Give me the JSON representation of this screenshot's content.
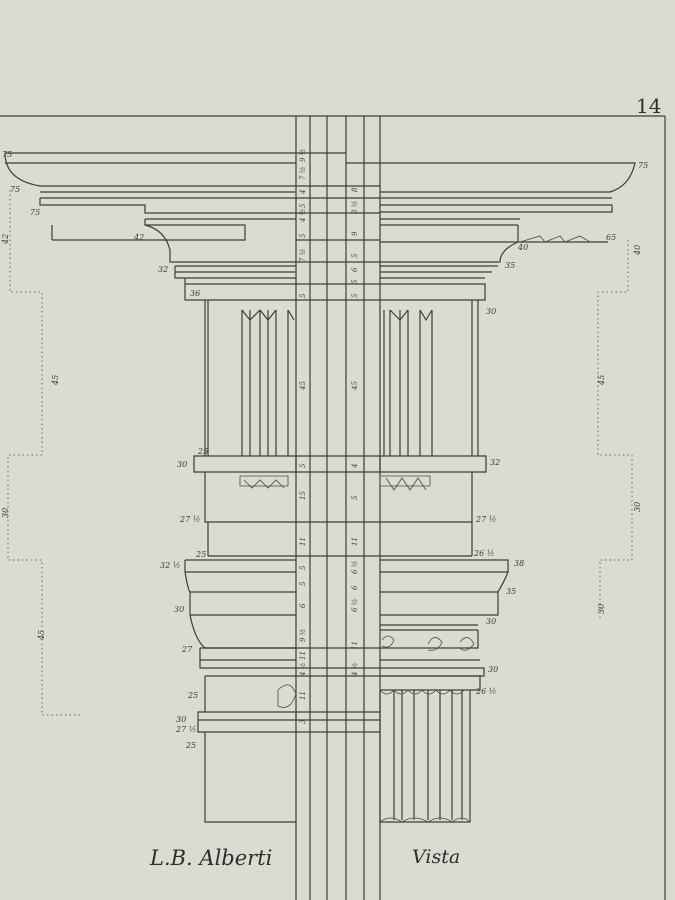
{
  "plate": {
    "number": "14",
    "caption_left": "L.B. Alberti",
    "caption_right": "Vista"
  },
  "colors": {
    "paper": "#dcdbd3",
    "ink": "#3e3d3a"
  },
  "left_annotations": [
    "75",
    "75",
    "75",
    "42",
    "32",
    "36",
    "25",
    "30",
    "27 ½",
    "25",
    "32 ½",
    "30",
    "27",
    "25",
    "30",
    "27 ½",
    "25"
  ],
  "right_annotations": [
    "75",
    "65",
    "40",
    "35",
    "30",
    "32",
    "27 ½",
    "26 ½",
    "38",
    "35",
    "30",
    "30",
    "26 ½"
  ],
  "outer_left_dims": [
    "42",
    "45",
    "30",
    "45"
  ],
  "outer_right_dims": [
    "40",
    "45",
    "30",
    "30"
  ],
  "shaft_left_nums": [
    "9 ½",
    "7 ½",
    "4",
    "5",
    "4 ½",
    "5",
    "7 ½",
    "5",
    "45",
    "5",
    "15",
    "11",
    "5",
    "5",
    "6",
    "9 ½",
    "11",
    "4 ½",
    "11",
    "3"
  ],
  "shaft_right_nums": [
    "8",
    "3 ½",
    "9",
    "5",
    "6",
    "5",
    "5",
    "45",
    "4",
    "5",
    "11",
    "6 ½",
    "6",
    "6 ½",
    "11",
    "4 ½"
  ]
}
